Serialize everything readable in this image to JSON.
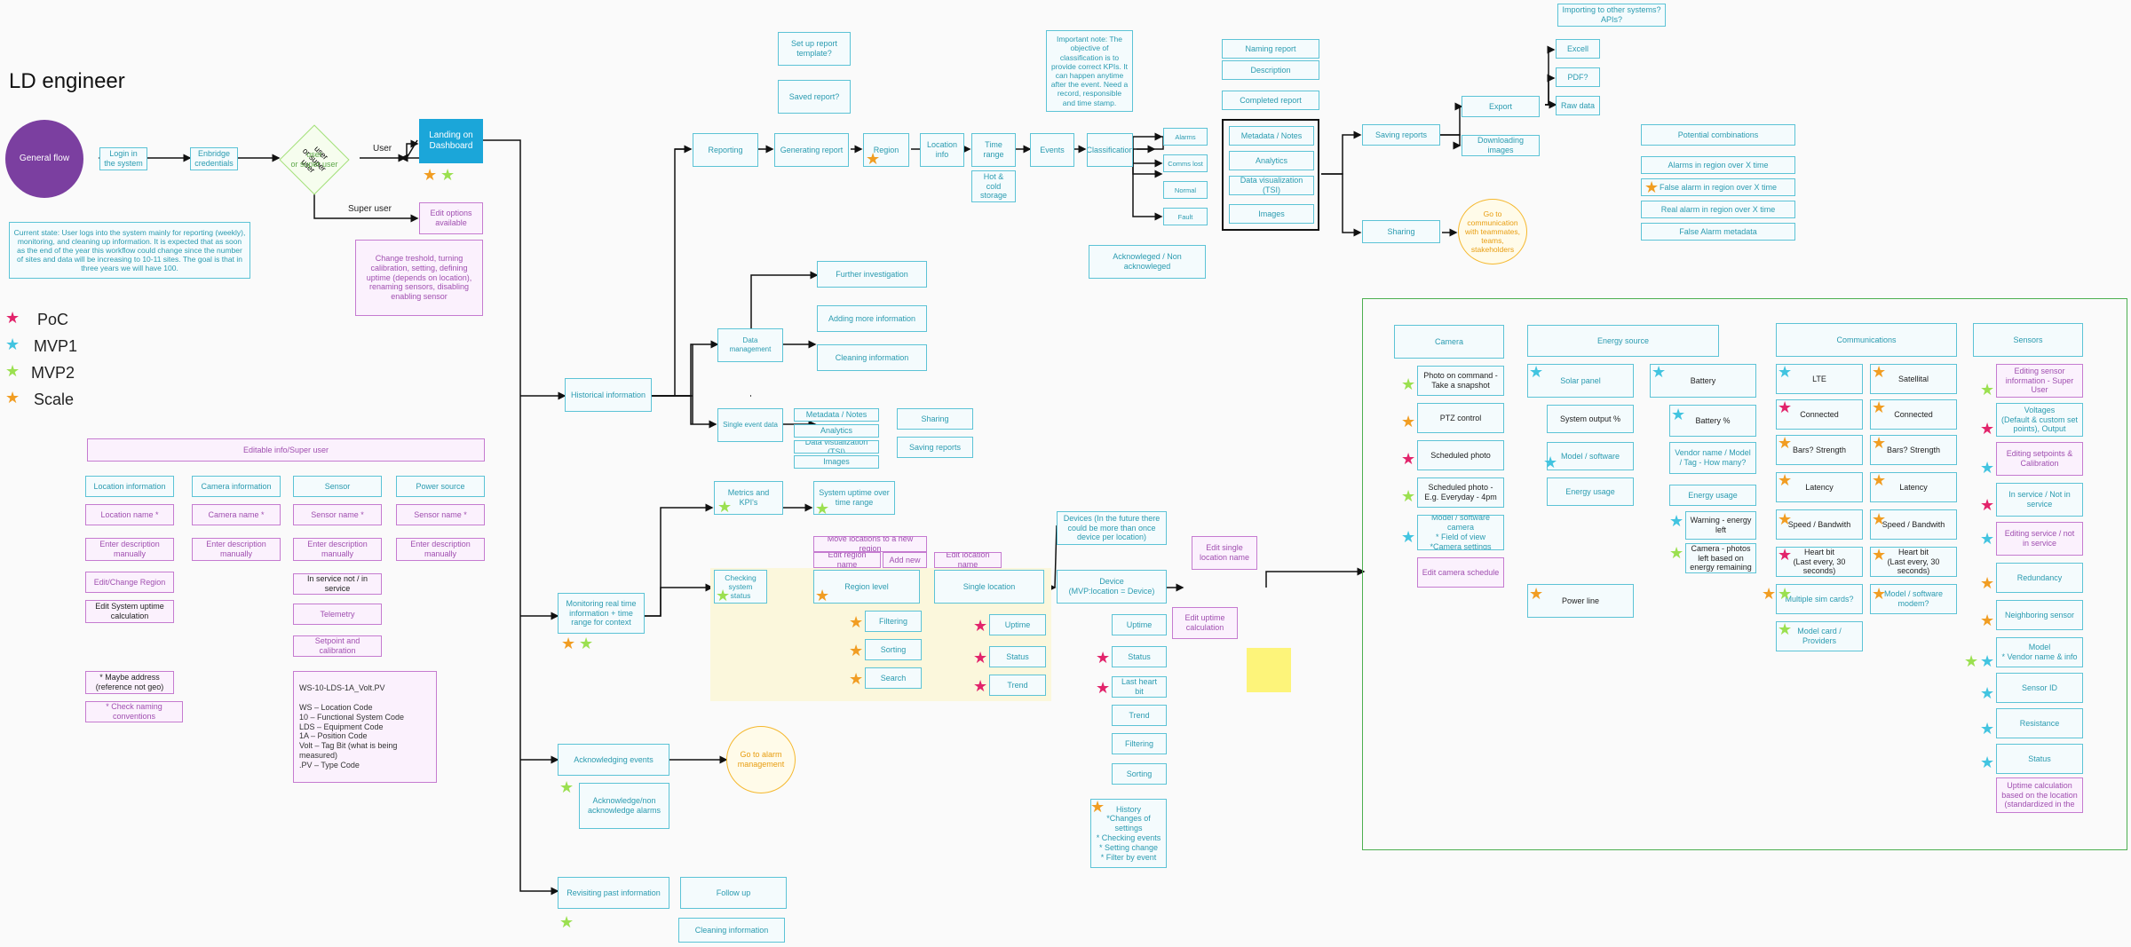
{
  "title": "LD engineer",
  "colors": {
    "poc": "#e2246b",
    "mvp1": "#42c4e0",
    "mvp2": "#9be050",
    "scale": "#f19d22",
    "teal": "#5cc3d6",
    "pink": "#c57bd0",
    "landing": "#1ba6d9",
    "circle": "#7b3fa0",
    "gold": "#f5b82e"
  },
  "legend": [
    {
      "label": "PoC",
      "star": "poc-star-icon"
    },
    {
      "label": "MVP1",
      "star": "mvp1-star-icon"
    },
    {
      "label": "MVP2",
      "star": "mvp2-star-icon"
    },
    {
      "label": "Scale",
      "star": "scale-star-icon"
    }
  ],
  "flow": {
    "general_flow": "General flow",
    "login": "Login in the system",
    "enbridge": "Enbridge credentials",
    "decision": "user\nor super user",
    "user_label": "User",
    "super_user_label": "Super user",
    "landing": "Landing on Dashboard",
    "edit_options": "Edit options available",
    "change_threshold": "Change treshold, turning calibration, setting, defining uptime (depends on location), renaming sensors, disabling enabling sensor",
    "current_state": "Current state: User logs into the system mainly for reporting (weekly), monitoring, and cleaning up information. It is expected that as soon as the end of the year this workflow could change since the number of sites and data will be increasing to 10-11 sites. The goal is that in three years we will have 100."
  },
  "reporting": {
    "setup_template": "Set up report template?",
    "saved_report": "Saved report?",
    "reporting": "Reporting",
    "generating": "Generating report",
    "region": "Region",
    "location_info": "Location info",
    "time_range": "Time range",
    "hot_cold": "Hot & cold storage",
    "events": "Events",
    "important_note": "Important note: The objective of classification is to provide correct KPIs. It can happen anytime after the event. Need a record, responsible and time stamp.",
    "classification": "Classification",
    "alarms": "Alarms",
    "comms_lost": "Comms lost",
    "normal": "Normal",
    "fault": "Fault",
    "acknowledged": "Acknowleged / Non acknowleged",
    "naming_report": "Naming report",
    "description": "Description",
    "completed_report": "Completed report",
    "metadata_notes": "Metadata / Notes",
    "analytics": "Analytics",
    "data_viz": "Data visualization (TSI)",
    "images": "Images",
    "saving_reports": "Saving reports",
    "sharing": "Sharing",
    "go_to_comm": "Go to communication with teammates, teams, stakeholders",
    "export": "Export",
    "downloading_images": "Downloading images",
    "importing": "Importing to other systems? APIs?",
    "excell": "Excell",
    "pdf": "PDF?",
    "raw_data": "Raw data"
  },
  "combinations": {
    "title": "Potential combinations",
    "items": [
      "Alarms in region over X time",
      "False alarm in region over X time",
      "Real alarm in region over X time",
      "False Alarm metadata"
    ]
  },
  "historical": {
    "historical_info": "Historical information",
    "data_management": "Data management",
    "further_investigation": "Further investigation",
    "adding_more": "Adding more information",
    "cleaning": "Cleaning information",
    "single_event": "Single event data",
    "se_metadata": "Metadata / Notes",
    "se_analytics": "Analytics",
    "se_dataviz": "Data visualization (TSI)",
    "se_images": "Images",
    "se_sharing": "Sharing",
    "se_saving": "Saving reports"
  },
  "monitoring": {
    "monitoring_rt": "Monitoring real time information + time range for context",
    "metrics_kpi": "Metrics and KPI's",
    "system_uptime": "System uptime over time range",
    "checking_status": "Checking system status",
    "move_locations": "Move locations to a new region",
    "edit_region_name": "Edit region name",
    "add_new": "Add new",
    "edit_location_name": "Edit location name",
    "region_level": "Region level",
    "single_location": "Single location",
    "devices_future": "Devices (In the future there could be more than once device per location)",
    "edit_single_location": "Edit single location name",
    "device": "Device\n(MVP:location = Device)",
    "filtering": "Filtering",
    "sorting": "Sorting",
    "search": "Search",
    "uptime": "Uptime",
    "status": "Status",
    "trend": "Trend",
    "d_uptime": "Uptime",
    "d_status": "Status",
    "d_last_heart": "Last heart bit",
    "d_trend": "Trend",
    "d_filtering": "Filtering",
    "d_sorting": "Sorting",
    "edit_uptime": "Edit uptime calculation",
    "history": "History\n*Changes of settings\n* Checking events\n* Setting change\n* Filter by event"
  },
  "ack": {
    "acknowledging_events": "Acknowledging events",
    "go_to_alarm": "Go to alarm management",
    "ack_alarms": "Acknowledge/non acknowledge alarms",
    "revisiting": "Revisiting past information",
    "follow_up": "Follow up",
    "cleaning_info": "Cleaning information"
  },
  "editable": {
    "title": "Editable info/Super user",
    "columns": [
      {
        "header": "Location information",
        "items": [
          "Location name *",
          "Enter description manually",
          "Edit/Change Region",
          "Edit System uptime calculation"
        ]
      },
      {
        "header": "Camera information",
        "items": [
          "Camera name *",
          "Enter description manually"
        ]
      },
      {
        "header": "Sensor",
        "items": [
          "Sensor name *",
          "Enter description manually",
          "In service not / in service",
          "Telemetry",
          "Setpoint and calibration"
        ]
      },
      {
        "header": "Power source",
        "items": [
          "Sensor name *",
          "Enter description manually"
        ]
      }
    ],
    "maybe_address": "* Maybe address (reference not geo)",
    "check_naming": "* Check naming conventions",
    "naming_code": "WS-10-LDS-1A_Volt.PV\n\nWS – Location Code\n10 – Functional System Code\nLDS – Equipment Code\n1A – Position Code\nVolt – Tag Bit (what is being measured)\n.PV – Type Code"
  },
  "panel": {
    "camera": {
      "header": "Camera",
      "items": [
        "Photo on command - Take a snapshot",
        "PTZ control",
        "Scheduled photo",
        "Scheduled photo - E.g. Everyday - 4pm",
        "Model / software camera\n* Field of view\n*Camera settings",
        "Edit camera schedule"
      ]
    },
    "energy": {
      "header": "Energy source",
      "solar": "Solar panel",
      "system_output": "System output %",
      "model_software": "Model / software",
      "energy_usage": "Energy usage",
      "power_line": "Power line",
      "battery": "Battery",
      "battery_pct": "Battery %",
      "vendor": "Vendor name / Model / Tag - How many?",
      "b_energy_usage": "Energy usage",
      "warning": "Warning - energy left",
      "camera_photos": "Camera - photos left based on energy remaining"
    },
    "comms": {
      "header": "Communications",
      "lte": [
        "LTE",
        "Connected",
        "Bars? Strength",
        "Latency",
        "Speed / Bandwith",
        "Heart bit\n(Last every, 30 seconds)",
        "Multiple sim cards?",
        "Model card / Providers"
      ],
      "sat": [
        "Satellital",
        "Connected",
        "Bars? Strength",
        "Latency",
        "Speed / Bandwith",
        "Heart bit\n(Last every, 30 seconds)",
        "Model / software modem?"
      ]
    },
    "sensors": {
      "header": "Sensors",
      "items": [
        "Editing sensor information - Super User",
        "Voltages\n(Default & custom set points), Output",
        "Editing setpoints & Calibration",
        "In service / Not in service",
        "Editing service / not in service",
        "Redundancy",
        "Neighboring sensor",
        "Model\n* Vendor name & info",
        "Sensor ID",
        "Resistance",
        "Status",
        "Uptime calculation based on the location (standardized in the"
      ]
    }
  }
}
